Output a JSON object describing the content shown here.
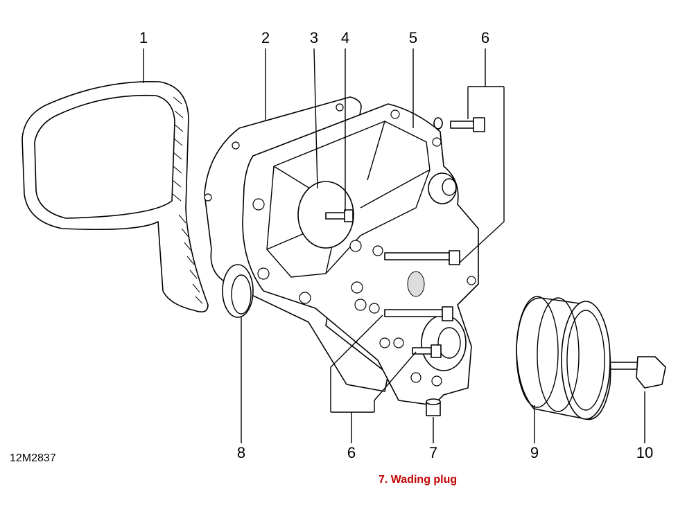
{
  "diagram": {
    "reference_code": "12M2837",
    "caption": "7. Wading plug",
    "caption_color": "#c00000",
    "callouts": {
      "top": [
        "1",
        "2",
        "3",
        "4",
        "5",
        "6"
      ],
      "bottom": [
        "8",
        "6",
        "7",
        "9",
        "10"
      ]
    }
  }
}
